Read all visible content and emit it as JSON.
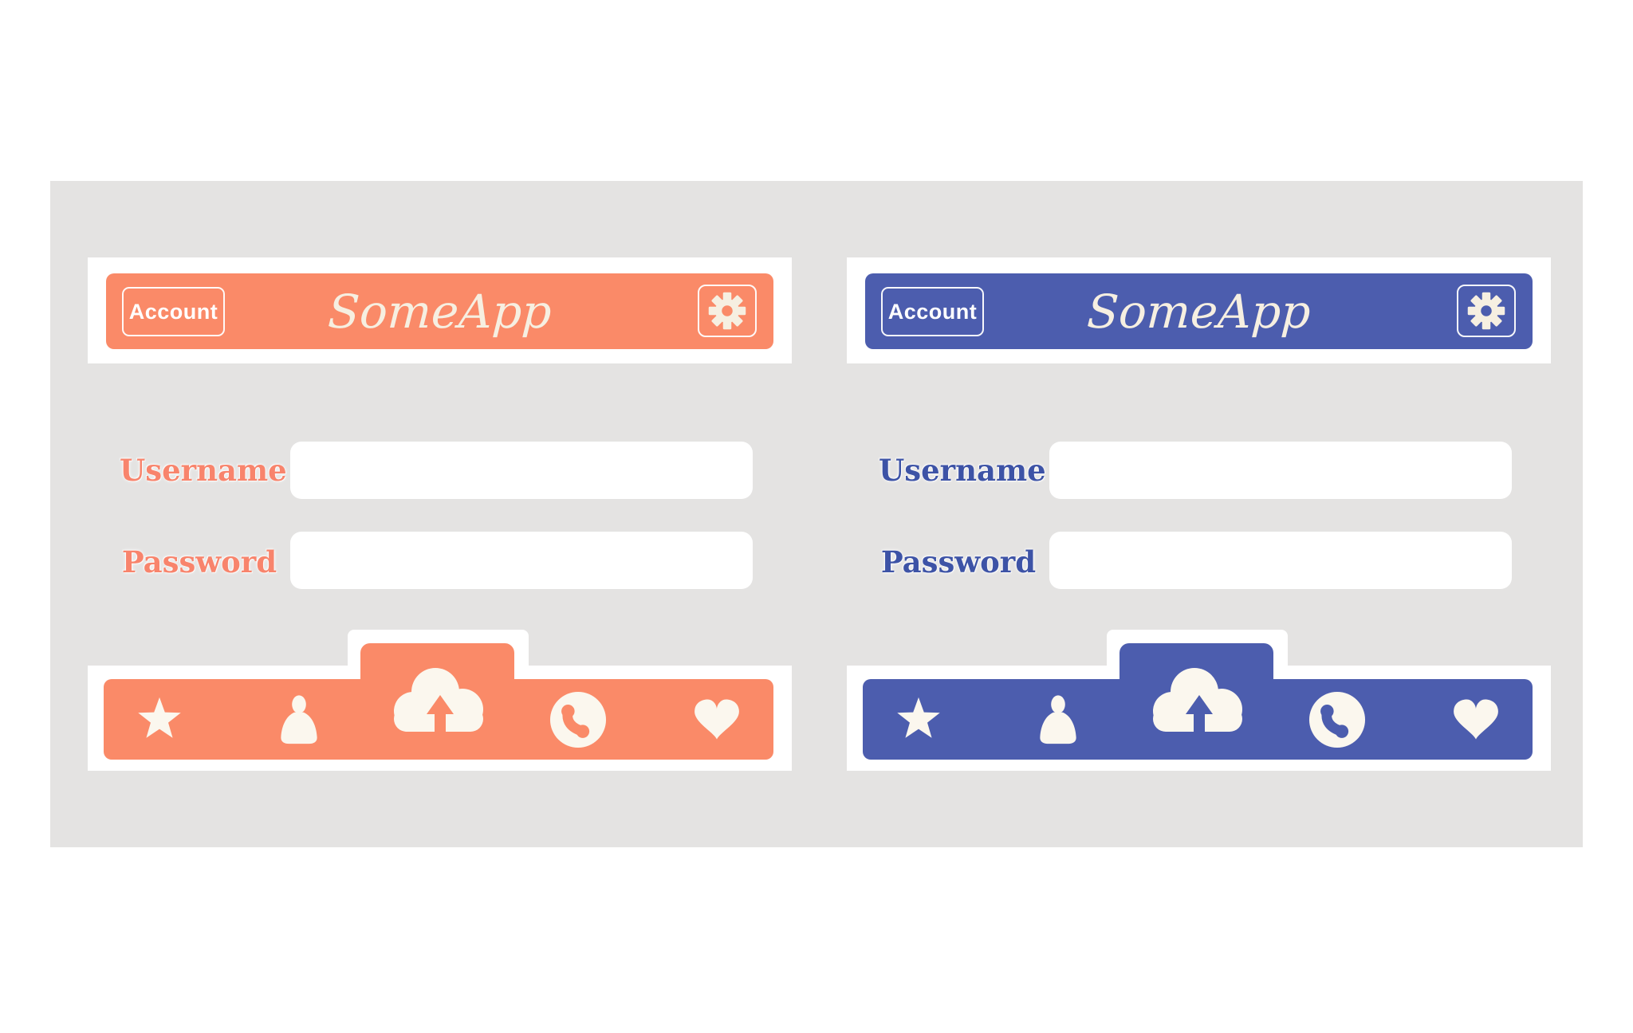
{
  "colors": {
    "page_bg": "#ffffff",
    "canvas_gray": "#E4E3E2",
    "panel_white": "#ffffff",
    "header_cream": "#F6EFE1",
    "nav_cream": "#FBF7EE",
    "button_border": "#FFFFFF",
    "orange_accent": "#FA8A68",
    "orange_label": "#F8846C",
    "blue_accent": "#4C5DAE",
    "blue_label": "#3D53A6"
  },
  "apps": [
    {
      "name": "orange-app",
      "accent_color": "#FA8A68",
      "label_color": "#F8846C",
      "header": {
        "account_button_label": "Account",
        "title": "SomeApp",
        "settings_icon": "gear-icon"
      },
      "form": {
        "username": {
          "label": "Username",
          "value": "",
          "placeholder": ""
        },
        "password": {
          "label": "Password",
          "value": "",
          "placeholder": ""
        }
      },
      "nav": {
        "icons": [
          "star-icon",
          "person-icon",
          "cloud-upload-icon",
          "phone-icon",
          "heart-icon"
        ]
      }
    },
    {
      "name": "blue-app",
      "accent_color": "#4C5DAE",
      "label_color": "#3D53A6",
      "header": {
        "account_button_label": "Account",
        "title": "SomeApp",
        "settings_icon": "gear-icon"
      },
      "form": {
        "username": {
          "label": "Username",
          "value": "",
          "placeholder": ""
        },
        "password": {
          "label": "Password",
          "value": "",
          "placeholder": ""
        }
      },
      "nav": {
        "icons": [
          "star-icon",
          "person-icon",
          "cloud-upload-icon",
          "phone-icon",
          "heart-icon"
        ]
      }
    }
  ]
}
